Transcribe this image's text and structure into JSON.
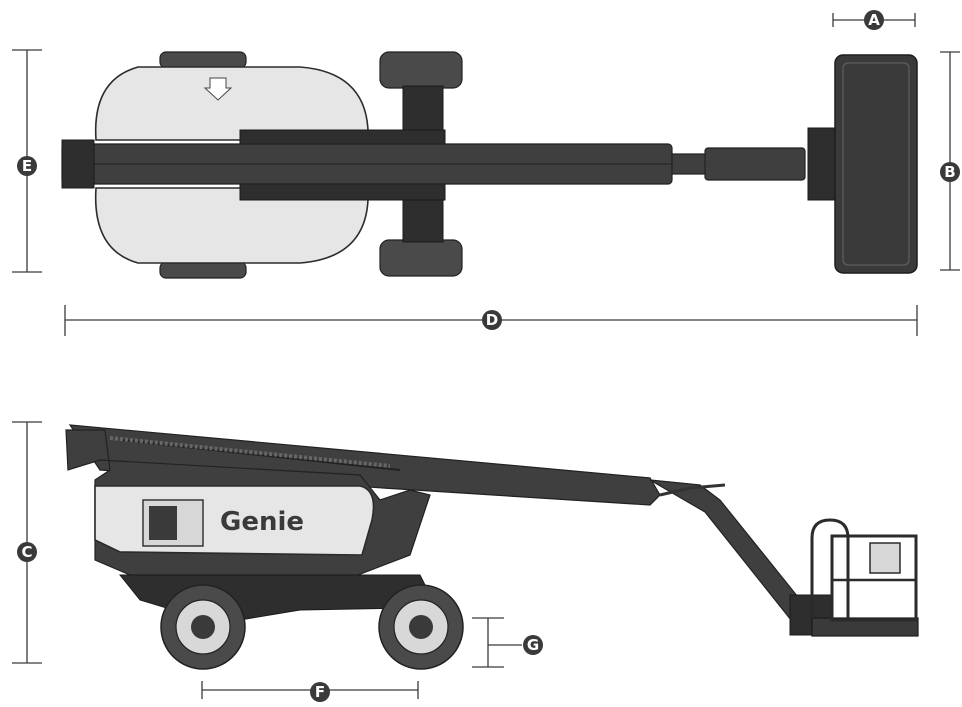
{
  "image": {
    "brand_label": "Genie"
  },
  "dimension_labels": {
    "a": "A",
    "b": "B",
    "c": "C",
    "d": "D",
    "e": "E",
    "f": "F",
    "g": "G"
  },
  "colors": {
    "dark_body": "#3f3f3f",
    "light_body": "#e6e6e6",
    "badge": "#3a3a3a"
  }
}
